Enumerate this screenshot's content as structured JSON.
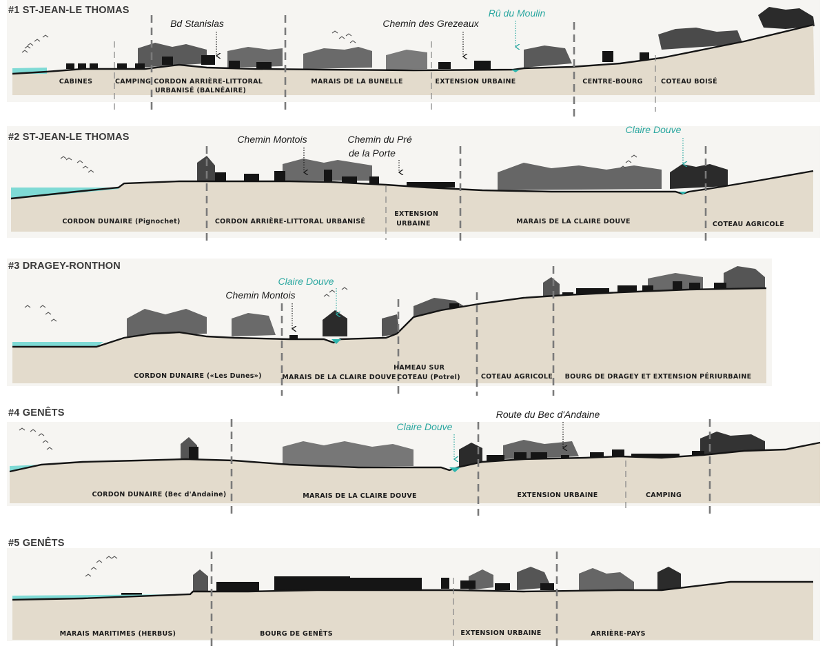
{
  "colors": {
    "ground": "#e3dbcc",
    "sky": "#f6f5f2",
    "water": "#7fdad5",
    "water_dark": "#2fb5ae",
    "accent": "#2aa7a0",
    "ink": "#151515"
  },
  "sections": [
    {
      "title": "#1 ST-JEAN-LE THOMAS",
      "zones": [
        {
          "label": [
            "CABINES"
          ]
        },
        {
          "label": [
            "CAMPING"
          ]
        },
        {
          "label": [
            "CORDON ARRIÈRE-LITTORAL",
            "URBANISÉ (BALNÉAIRE)"
          ]
        },
        {
          "label": [
            "MARAIS DE LA BUNELLE"
          ]
        },
        {
          "label": [
            "EXTENSION URBAINE"
          ]
        },
        {
          "label": [
            "CENTRE-BOURG"
          ]
        },
        {
          "label": [
            "COTEAU BOISÉ"
          ]
        }
      ],
      "annotations": [
        {
          "text": [
            "Bd Stanislas"
          ],
          "kind": "road"
        },
        {
          "text": [
            "Chemin des Grezeaux"
          ],
          "kind": "road"
        },
        {
          "text": [
            "Rû du Moulin"
          ],
          "kind": "water"
        }
      ]
    },
    {
      "title": "#2 ST-JEAN-LE THOMAS",
      "zones": [
        {
          "label": [
            "CORDON DUNAIRE (Pignochet)"
          ]
        },
        {
          "label": [
            "CORDON ARRIÈRE-LITTORAL URBANISÉ"
          ]
        },
        {
          "label": [
            "EXTENSION",
            "URBAINE"
          ]
        },
        {
          "label": [
            "MARAIS DE LA CLAIRE DOUVE"
          ]
        },
        {
          "label": [
            "COTEAU AGRICOLE"
          ]
        }
      ],
      "annotations": [
        {
          "text": [
            "Chemin Montois"
          ],
          "kind": "road"
        },
        {
          "text": [
            "Chemin  du Pré",
            "de la Porte"
          ],
          "kind": "road"
        },
        {
          "text": [
            "Claire Douve"
          ],
          "kind": "water"
        }
      ]
    },
    {
      "title": "#3 DRAGEY-RONTHON",
      "zones": [
        {
          "label": [
            "CORDON DUNAIRE («Les Dunes»)"
          ]
        },
        {
          "label": [
            "MARAIS DE LA CLAIRE DOUVE"
          ]
        },
        {
          "label": [
            "HAMEAU SUR",
            "COTEAU (Potrel)"
          ]
        },
        {
          "label": [
            "COTEAU AGRICOLE"
          ]
        },
        {
          "label": [
            "BOURG DE DRAGEY ET EXTENSION PÉRIURBAINE"
          ]
        }
      ],
      "annotations": [
        {
          "text": [
            "Chemin Montois"
          ],
          "kind": "road"
        },
        {
          "text": [
            "Claire Douve"
          ],
          "kind": "water"
        }
      ]
    },
    {
      "title": "#4 GENÊTS",
      "zones": [
        {
          "label": [
            "CORDON DUNAIRE (Bec d'Andaine)"
          ]
        },
        {
          "label": [
            "MARAIS DE LA CLAIRE DOUVE"
          ]
        },
        {
          "label": [
            "EXTENSION URBAINE"
          ]
        },
        {
          "label": [
            "CAMPING"
          ]
        }
      ],
      "annotations": [
        {
          "text": [
            "Claire Douve"
          ],
          "kind": "water"
        },
        {
          "text": [
            "Route du Bec d'Andaine"
          ],
          "kind": "road"
        }
      ]
    },
    {
      "title": "#5 GENÊTS",
      "zones": [
        {
          "label": [
            "MARAIS MARITIMES (HERBUS)"
          ]
        },
        {
          "label": [
            "BOURG DE GENÊTS"
          ]
        },
        {
          "label": [
            "EXTENSION URBAINE"
          ]
        },
        {
          "label": [
            "ARRIÈRE-PAYS"
          ]
        }
      ],
      "annotations": []
    }
  ]
}
